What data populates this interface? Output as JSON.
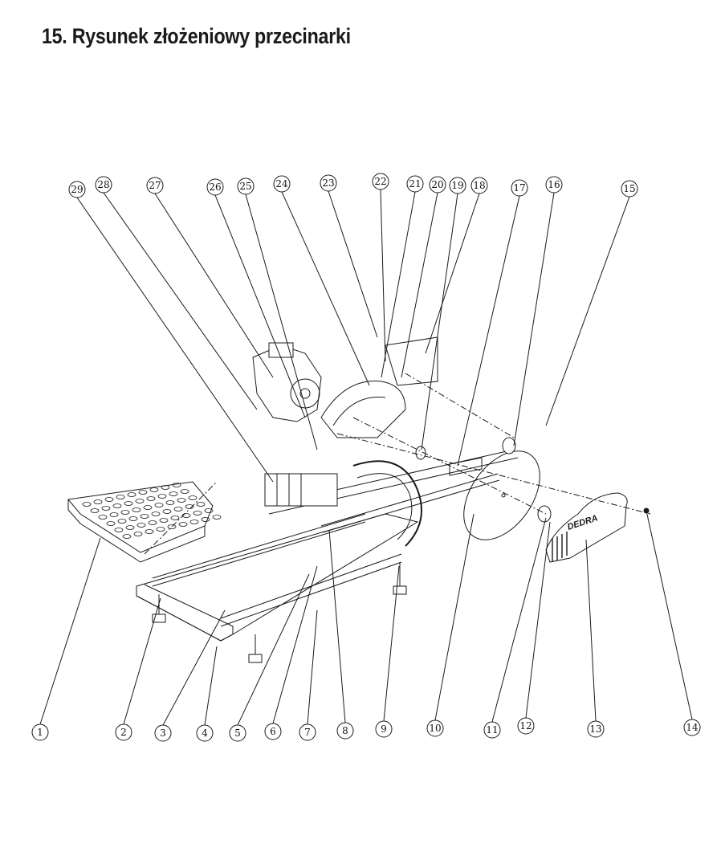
{
  "title": "15. Rysunek złożeniowy przecinarki",
  "brand_logo": "DEDRA",
  "callouts_top": [
    "29",
    "28",
    "27",
    "26",
    "25",
    "24",
    "23",
    "22",
    "21",
    "20",
    "19",
    "18",
    "17",
    "16",
    "15"
  ],
  "callouts_bottom": [
    "1",
    "2",
    "3",
    "4",
    "5",
    "6",
    "7",
    "8",
    "9",
    "10",
    "11",
    "12",
    "13",
    "14"
  ],
  "colors": {
    "ink": "#1a1a1a",
    "background": "#ffffff"
  }
}
